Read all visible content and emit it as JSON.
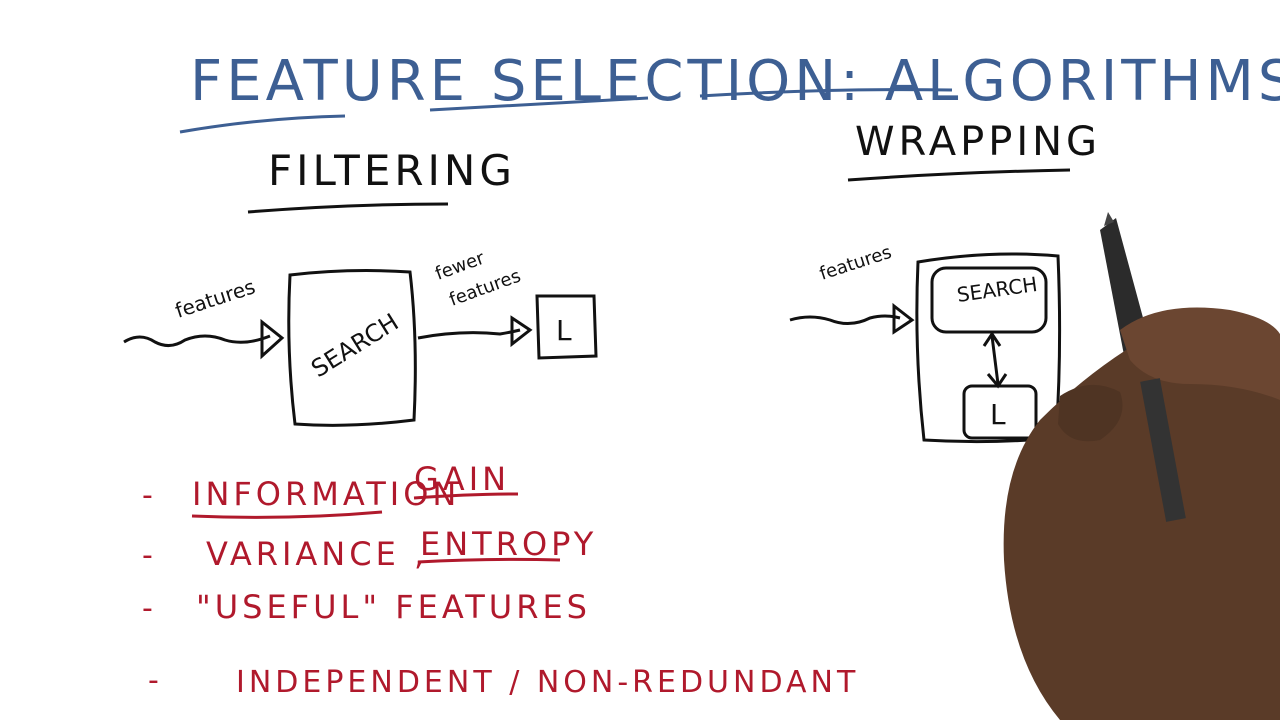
{
  "title": "FEATURE SELECTION: ALGORITHMS",
  "filtering": {
    "heading": "FILTERING",
    "input_label": "features",
    "box_label": "SEARCH",
    "output_label_1": "fewer",
    "output_label_2": "features",
    "learner_label": "L"
  },
  "wrapping": {
    "heading": "WRAPPING",
    "input_label": "features",
    "search_label": "SEARCH",
    "learner_label": "L"
  },
  "criteria": [
    {
      "bullet": "-",
      "text_a": "INFORMATION",
      "text_b": "GAIN"
    },
    {
      "bullet": "-",
      "text_a": "VARIANCE ,",
      "text_b": "ENTROPY"
    },
    {
      "bullet": "-",
      "text_a": "\"USEFUL\" FEATURES",
      "text_b": ""
    },
    {
      "bullet": "-",
      "text_a": "INDEPENDENT / NON-REDUNDANT",
      "text_b": ""
    }
  ],
  "colors": {
    "title_ink": "#3d5f93",
    "black_ink": "#111111",
    "red_ink": "#b0192c"
  }
}
